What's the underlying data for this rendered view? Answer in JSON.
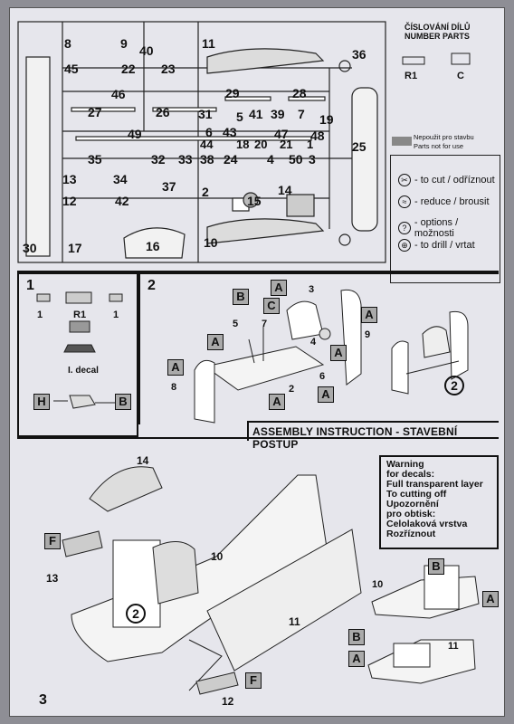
{
  "header": {
    "title_cs": "ČÍSLOVÁNÍ DÍLŮ",
    "title_en": "NUMBER PARTS"
  },
  "extra_parts": [
    {
      "label": "R1"
    },
    {
      "label": "C"
    }
  ],
  "not_used": {
    "cs": "Nepoužit pro stavbu",
    "en": "Parts not for use"
  },
  "legend": [
    {
      "icon": "knife-icon",
      "text": "- to cut / odříznout"
    },
    {
      "icon": "file-icon",
      "text": "- reduce / brousit"
    },
    {
      "icon": "question-icon",
      "text": "- options / možnosti"
    },
    {
      "icon": "drill-icon",
      "text": "- to drill / vrtat"
    }
  ],
  "part_numbers": [
    "8",
    "9",
    "40",
    "11",
    "36",
    "45",
    "22",
    "23",
    "46",
    "29",
    "28",
    "27",
    "26",
    "31",
    "5",
    "41",
    "39",
    "7",
    "19",
    "49",
    "6",
    "43",
    "47",
    "48",
    "25",
    "44",
    "18",
    "20",
    "21",
    "1",
    "35",
    "32",
    "33",
    "38",
    "24",
    "4",
    "50",
    "3",
    "13",
    "34",
    "37",
    "12",
    "42",
    "2",
    "15",
    "14",
    "10",
    "30",
    "17",
    "16"
  ],
  "step1": {
    "number": "1",
    "parts": [
      "1",
      "R1",
      "1"
    ],
    "decal": "I. decal",
    "tags": [
      "H",
      "B"
    ]
  },
  "step2": {
    "number": "2",
    "tags": [
      "B",
      "A",
      "C",
      "A",
      "A",
      "A",
      "A",
      "A",
      "A"
    ],
    "parts": [
      "3",
      "5",
      "7",
      "4",
      "9",
      "8",
      "2",
      "6"
    ],
    "result_ref": "2"
  },
  "banner": "ASSEMBLY INSTRUCTION - STAVEBNÍ POSTUP",
  "step3": {
    "number": "3",
    "parts": [
      "14",
      "13",
      "10",
      "11",
      "12"
    ],
    "tags": [
      "F",
      "F"
    ],
    "sub_ref": "2"
  },
  "warning": {
    "lines": [
      "Warning",
      "for decals:",
      "Full transparent layer",
      "To cutting off",
      "Upozornění",
      "pro obtisk:",
      "Celolaková vrstva",
      "Rozříznout"
    ]
  },
  "details": {
    "top": {
      "part": "10",
      "tags": [
        "B",
        "A"
      ]
    },
    "bottom": {
      "part": "11",
      "tags": [
        "B",
        "A"
      ]
    }
  }
}
